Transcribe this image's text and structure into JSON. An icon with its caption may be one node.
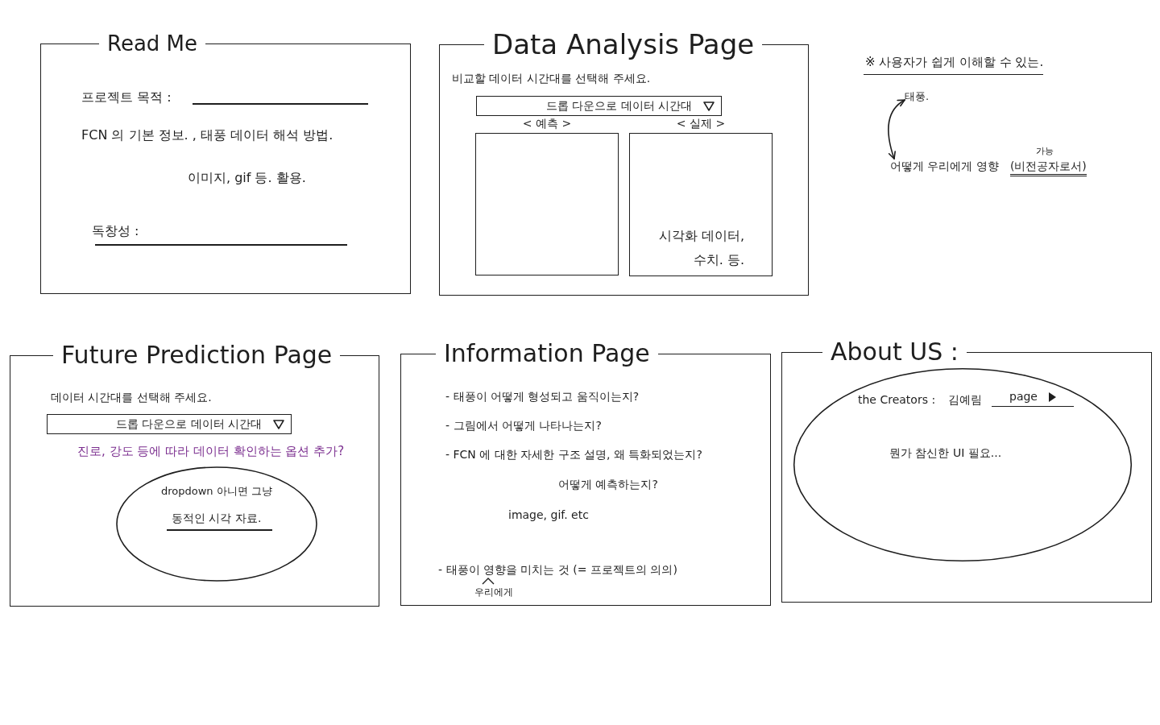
{
  "diagram": {
    "nodes": [
      {
        "text": [
          "Read Me",
          "프로젝트 목적 :",
          "FCN 의 기본 정보. , 태풍 데이터 해석 방법.",
          "이미지, gif 등. 활용.",
          "독창성 :"
        ]
      },
      {
        "text": [
          "Data Analysis Page",
          "비교할 데이터 시간대를 선택해 주세요."
        ]
      },
      {
        "text": [
          "드롭 다운으로 데이터 시간대"
        ],
        "in": 1
      },
      {
        "text": [
          "< 예측 >"
        ],
        "in": 1
      },
      {
        "text": [
          "< 실제 >",
          "시각화 데이터, 수치. 등."
        ],
        "in": 1
      },
      {
        "text": [
          "태풍."
        ]
      },
      {
        "text": [
          "어떻게 우리에게 영향",
          "(비전공자로서)"
        ]
      },
      {
        "text": [
          "Future Prediction Page",
          "데이터 시간대를 선택해 주세요.",
          "진로, 강도 등에 따라 데이터 확인하는 옵션 추가?"
        ]
      },
      {
        "text": [
          "드롭 다운으로 데이터 시간대"
        ],
        "in": 7
      },
      {
        "text": [
          "dropdown 아니면 그냥",
          "동적인 시각 자료."
        ],
        "in": 7
      },
      {
        "text": [
          "Information Page",
          "- 태풍이 어떻게 형성되고 움직이는지?",
          "- 그림에서 어떻게 나타나는지?",
          "- FCN 에 대한 자세한 구조 설명, 왜 특화되었는지?",
          "어떻게 예측하는지?",
          "image, gif. etc",
          "- 태풍이 영향을 미치는 것 (= 프로젝트의 의의)",
          "우리에게"
        ]
      },
      {
        "text": [
          "About US :"
        ]
      },
      {
        "text": [
          "the Creators :",
          "김예림",
          "page",
          "뭔가 참신한 UI 필요..."
        ],
        "in": 11
      }
    ],
    "edges": [
      {
        "from": 5,
        "to": 6,
        "arrow": "both"
      }
    ],
    "labels": [
      "※ 사용자가 쉽게 이해할 수 있는.",
      "가능"
    ]
  }
}
